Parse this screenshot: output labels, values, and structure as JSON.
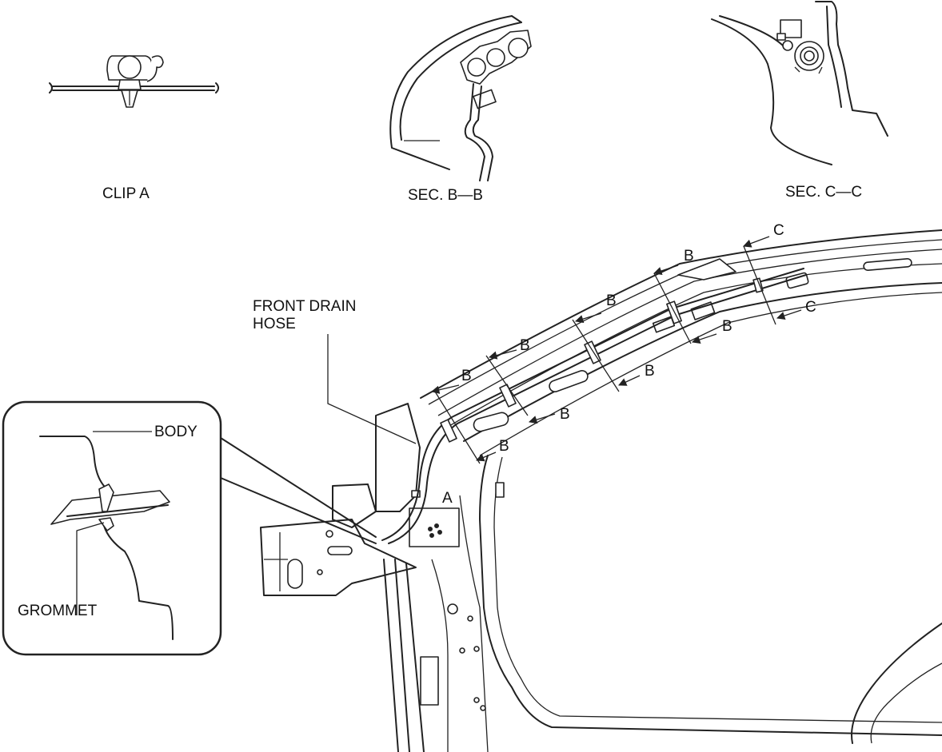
{
  "labels": {
    "clip_a": "CLIP A",
    "sec_b": "SEC. B—B",
    "sec_c": "SEC. C—C",
    "front_drain_hose": "FRONT DRAIN\nHOSE",
    "body": "BODY",
    "grommet": "GROMMET",
    "part_a": "A",
    "b": "B",
    "c": "C"
  },
  "colors": {
    "line": "#222222",
    "background": "#ffffff"
  }
}
